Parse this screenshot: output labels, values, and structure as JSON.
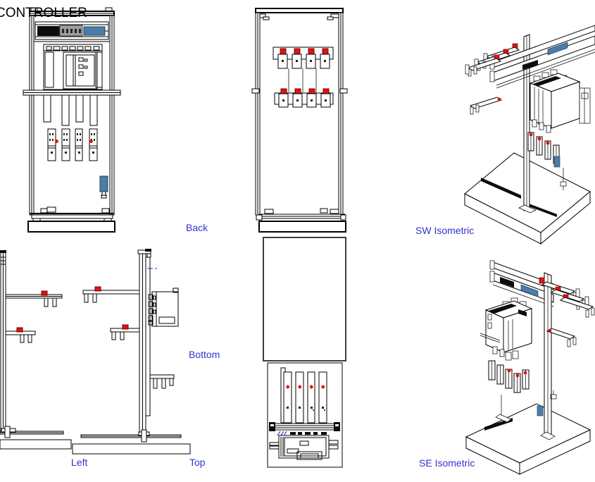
{
  "title": "CONTROLLER",
  "view_labels": {
    "back": "Back",
    "sw_isometric": "SW Isometric",
    "bottom": "Bottom",
    "left": "Left",
    "top": "Top",
    "se_isometric": "SE Isometric"
  },
  "colors": {
    "background": "#ffffff",
    "line": "#000000",
    "label_blue": "#3333cc",
    "accent_red": "#e01212",
    "steel_blue": "#4d7ca8",
    "panel_gray": "#9e9e9e"
  }
}
